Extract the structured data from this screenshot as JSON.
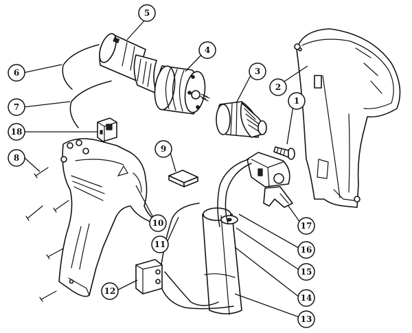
{
  "callouts": [
    {
      "id": "1",
      "label": "1"
    },
    {
      "id": "2",
      "label": "2"
    },
    {
      "id": "3",
      "label": "3"
    },
    {
      "id": "4",
      "label": "4"
    },
    {
      "id": "5",
      "label": "5"
    },
    {
      "id": "6",
      "label": "6"
    },
    {
      "id": "7",
      "label": "7"
    },
    {
      "id": "8",
      "label": "8"
    },
    {
      "id": "9",
      "label": "9"
    },
    {
      "id": "10",
      "label": "10"
    },
    {
      "id": "11",
      "label": "11"
    },
    {
      "id": "12",
      "label": "12"
    },
    {
      "id": "13",
      "label": "13"
    },
    {
      "id": "14",
      "label": "14"
    },
    {
      "id": "15",
      "label": "15"
    },
    {
      "id": "16",
      "label": "16"
    },
    {
      "id": "17",
      "label": "17"
    },
    {
      "id": "18",
      "label": "18"
    }
  ],
  "colors": {
    "line": "#111111",
    "background": "#ffffff"
  }
}
